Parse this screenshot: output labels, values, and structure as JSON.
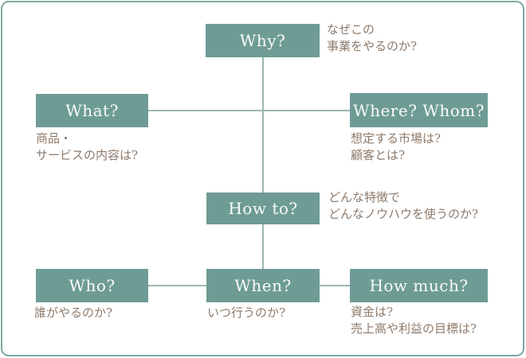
{
  "diagram": {
    "title_implicit": "5W2H business planning framework",
    "colors": {
      "box_background": "#6e9c95",
      "box_text": "#fbfbf7",
      "note_text": "#8d7a6b",
      "connector_line": "#9bb8b2",
      "frame_border": "#7fa8a1",
      "page_background": "#ffffff"
    },
    "boxes": {
      "why": {
        "label": "Why?"
      },
      "what": {
        "label": "What?"
      },
      "where_whom": {
        "label": "Where? Whom?"
      },
      "how_to": {
        "label": "How to?"
      },
      "who": {
        "label": "Who?"
      },
      "when": {
        "label": "When?"
      },
      "how_much": {
        "label": "How much?"
      }
    },
    "notes": {
      "why": [
        "なぜこの",
        "事業をやるのか?"
      ],
      "what": [
        "商品・",
        "サービスの内容は?"
      ],
      "where_whom": [
        "想定する市場は?",
        "顧客とは?"
      ],
      "how_to": [
        "どんな特徴で",
        "どんなノウハウを使うのか?"
      ],
      "who": [
        "誰がやるのか?"
      ],
      "when": [
        "いつ行うのか?"
      ],
      "how_much": [
        "資金は?",
        "売上高や利益の目標は?"
      ]
    }
  }
}
